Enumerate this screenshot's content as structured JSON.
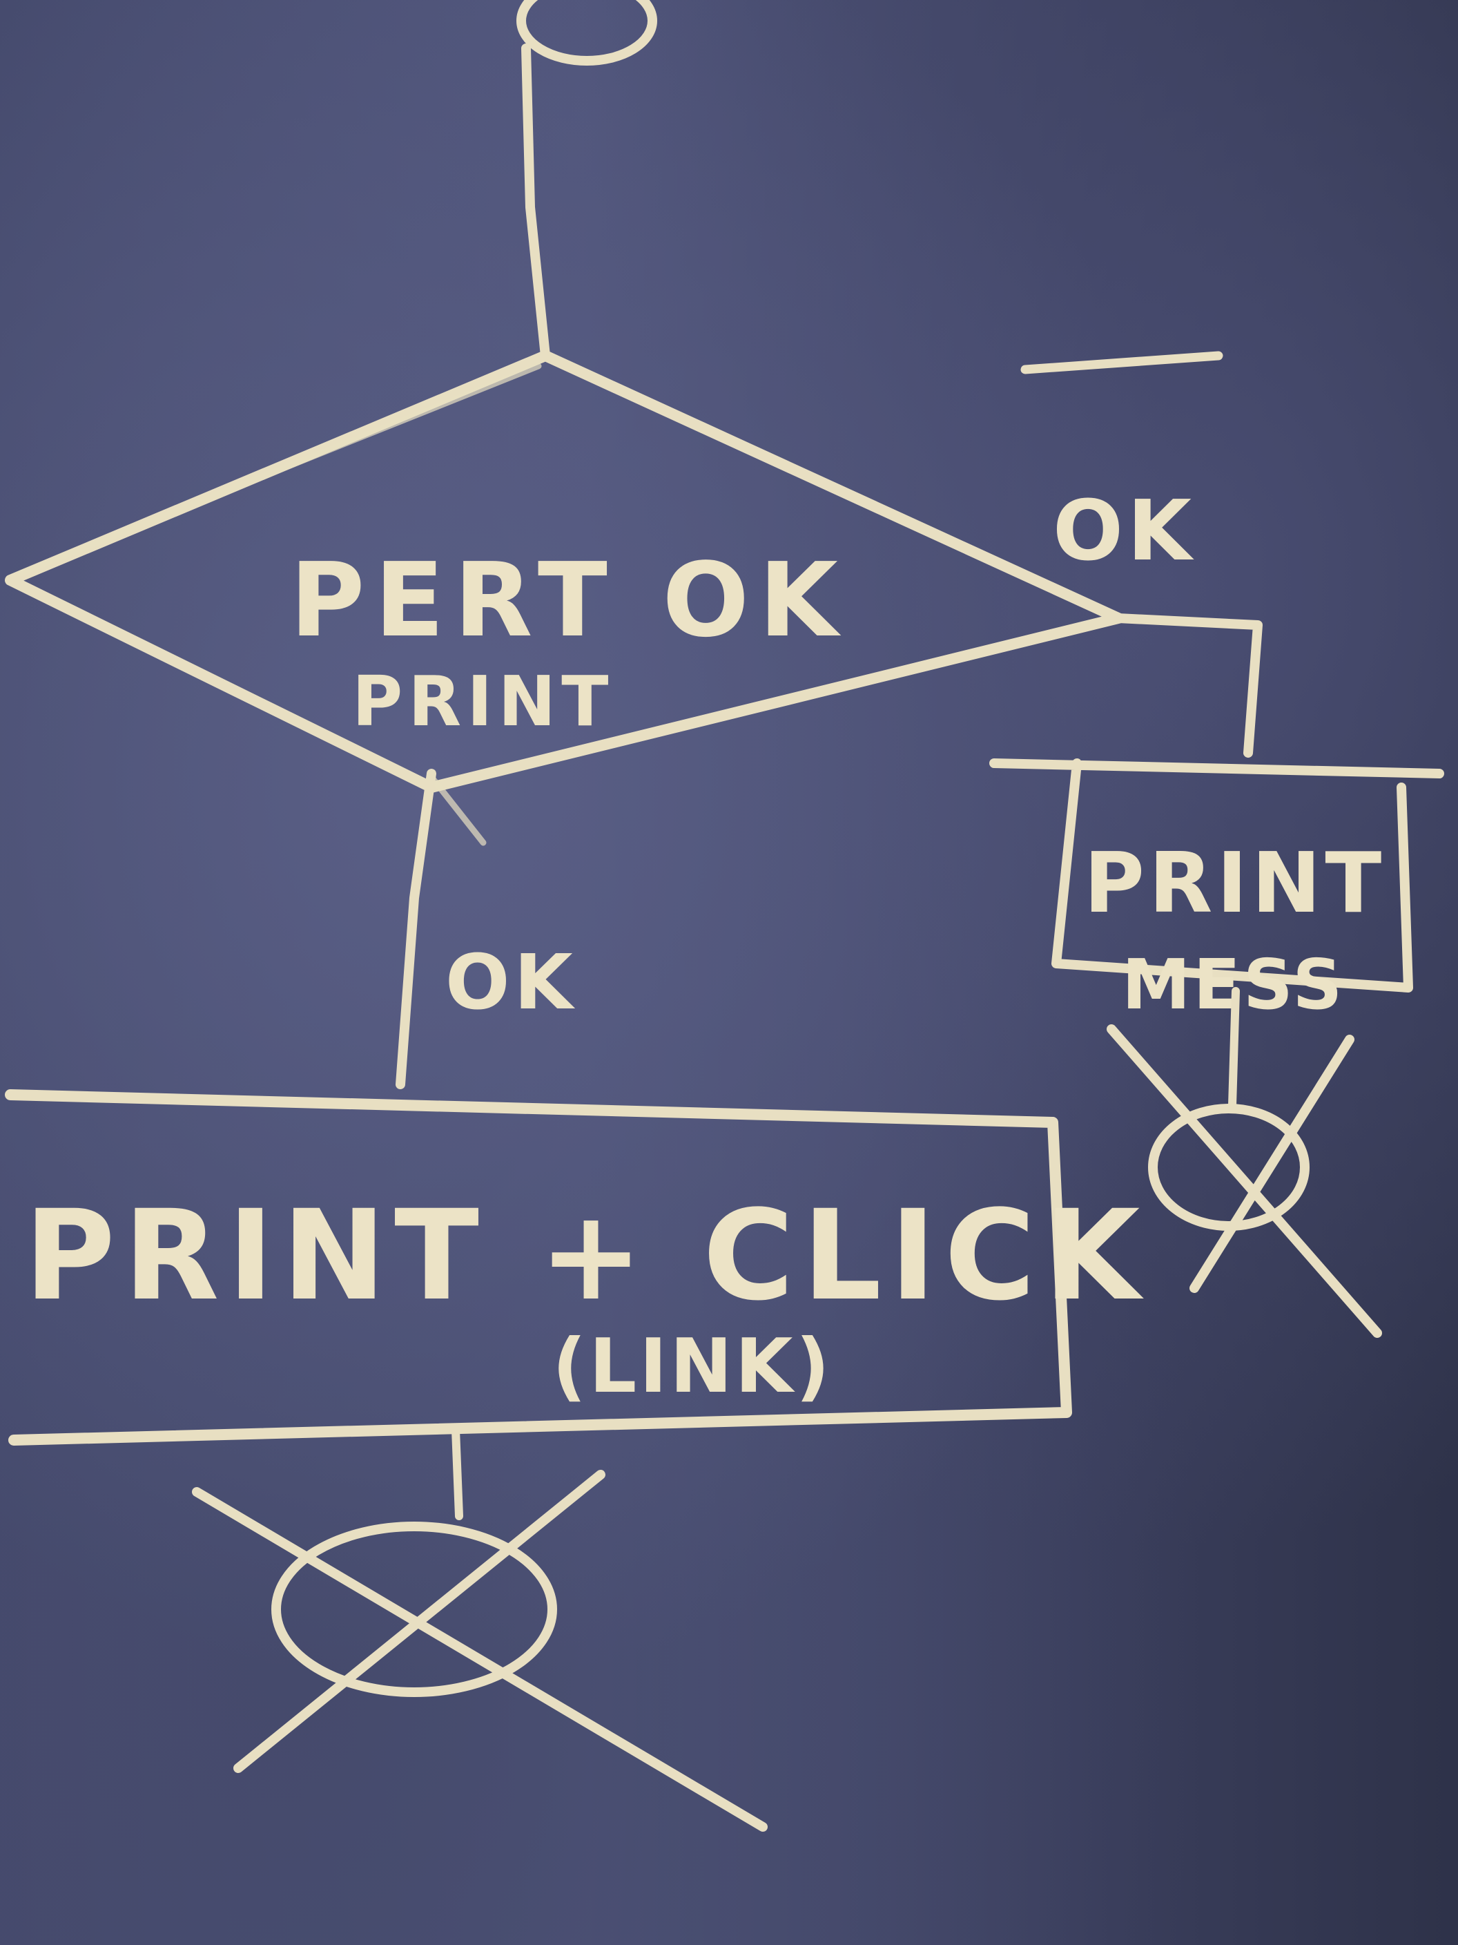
{
  "nodes": {
    "decision": {
      "label": "PERT OK",
      "sublabel": "PRINT"
    },
    "process_main": {
      "label": "PRINT + CLICK",
      "sublabel": "(LINK)"
    },
    "process_side": {
      "label": "PRINT",
      "sublabel": "MESS"
    }
  },
  "edges": {
    "ok_down": "OK",
    "ok_right": "OK"
  },
  "colors": {
    "board": "#4b5075",
    "chalk": "#e8dfc2"
  }
}
